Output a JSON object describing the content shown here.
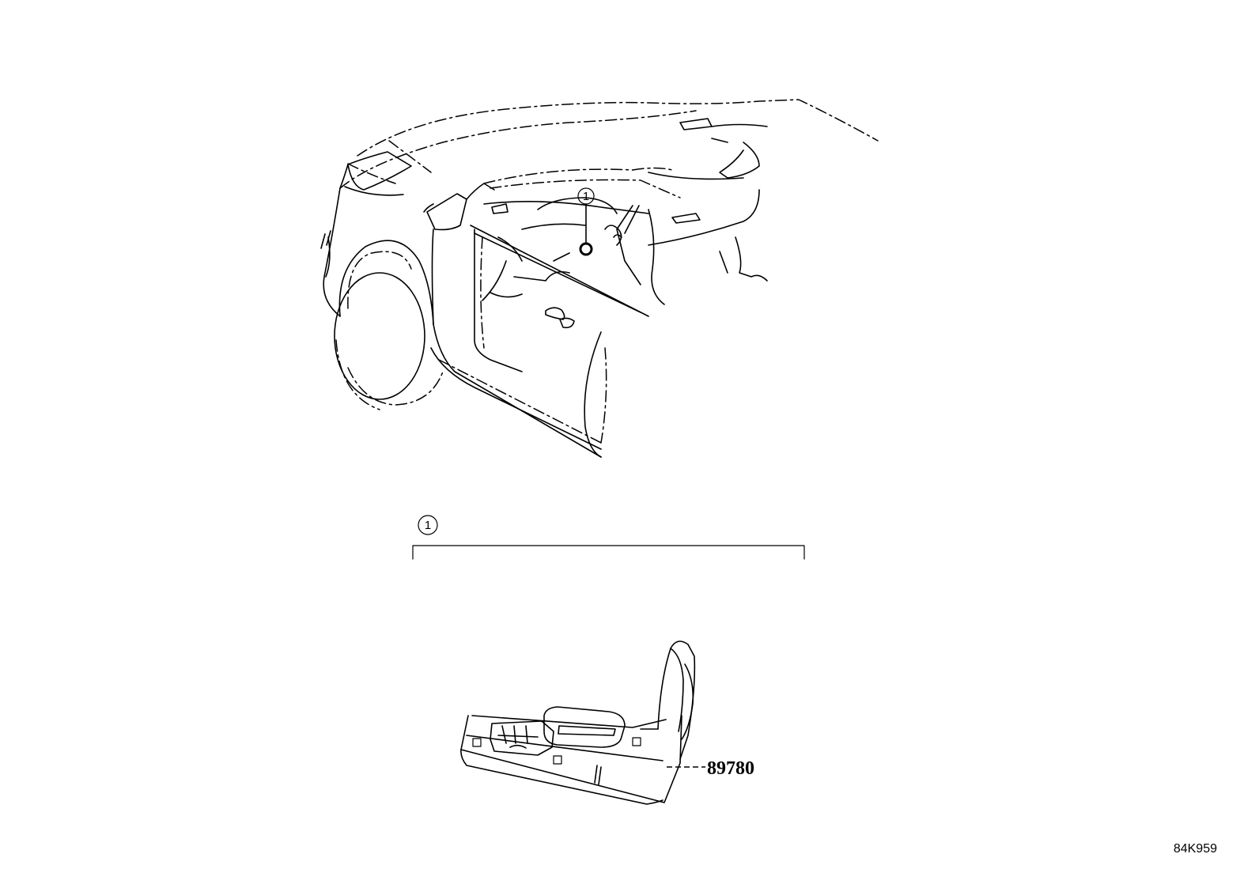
{
  "callouts": [
    {
      "number": "1"
    },
    {
      "number": "1"
    }
  ],
  "parts": [
    {
      "part_number": "89780"
    }
  ],
  "diagram_code": "84K959"
}
